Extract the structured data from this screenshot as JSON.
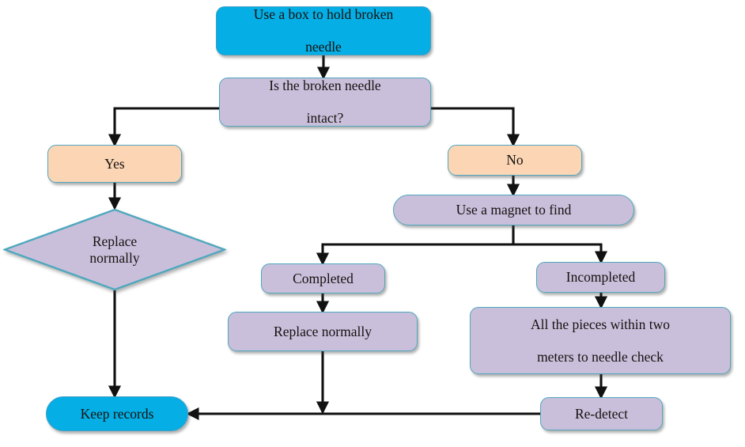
{
  "diagram": {
    "title": "Broken needle handling flowchart",
    "type": "flowchart",
    "colors": {
      "cyan_fill": "#05AEE4",
      "lavender_fill": "#CABFDB",
      "peach_fill": "#FBD5B4",
      "node_border": "#4FA8BE",
      "cyan_border": "#3F9FC6",
      "edge": "#111111",
      "text": "#14120f",
      "background": "#ffffff"
    },
    "nodes": [
      {
        "id": "start",
        "label": "Use a box to hold broken needle",
        "shape": "rounded-rect",
        "style": "cyan"
      },
      {
        "id": "decision",
        "label": "Is the broken needle intact?",
        "shape": "rounded-rect",
        "style": "lavender"
      },
      {
        "id": "yes",
        "label": "Yes",
        "shape": "rounded-rect",
        "style": "peach"
      },
      {
        "id": "no",
        "label": "No",
        "shape": "rounded-rect",
        "style": "peach"
      },
      {
        "id": "replace_dia",
        "label": "Replace normally",
        "shape": "diamond",
        "style": "lavender"
      },
      {
        "id": "magnet",
        "label": "Use a magnet to find",
        "shape": "pill",
        "style": "lavender"
      },
      {
        "id": "completed",
        "label": "Completed",
        "shape": "rounded-rect",
        "style": "lavender"
      },
      {
        "id": "incompleted",
        "label": "Incompleted",
        "shape": "rounded-rect",
        "style": "lavender"
      },
      {
        "id": "replace_box",
        "label": "Replace normally",
        "shape": "rounded-rect",
        "style": "lavender"
      },
      {
        "id": "pieces",
        "label": "All the pieces within two meters to needle check",
        "shape": "rounded-rect",
        "style": "lavender"
      },
      {
        "id": "redetect",
        "label": "Re-detect",
        "shape": "rounded-rect",
        "style": "lavender"
      },
      {
        "id": "keep",
        "label": "Keep records",
        "shape": "pill",
        "style": "cyan"
      }
    ],
    "node_labels": {
      "start_line1": "Use a box to hold broken",
      "start_line2": "needle",
      "decision_line1": "Is the broken needle",
      "decision_line2": "intact?",
      "yes": "Yes",
      "no": "No",
      "replace_dia_line1": "Replace",
      "replace_dia_line2": "normally",
      "magnet": "Use a magnet to find",
      "completed": "Completed",
      "incompleted": "Incompleted",
      "replace_box": "Replace normally",
      "pieces_line1": "All the pieces within two",
      "pieces_line2": "meters to needle check",
      "redetect": "Re-detect",
      "keep": "Keep records"
    },
    "edges": [
      {
        "from": "start",
        "to": "decision",
        "label": ""
      },
      {
        "from": "decision",
        "to": "yes",
        "label": ""
      },
      {
        "from": "decision",
        "to": "no",
        "label": ""
      },
      {
        "from": "yes",
        "to": "replace_dia",
        "label": ""
      },
      {
        "from": "replace_dia",
        "to": "keep",
        "label": ""
      },
      {
        "from": "no",
        "to": "magnet",
        "label": ""
      },
      {
        "from": "magnet",
        "to": "completed",
        "label": ""
      },
      {
        "from": "magnet",
        "to": "incompleted",
        "label": ""
      },
      {
        "from": "completed",
        "to": "replace_box",
        "label": ""
      },
      {
        "from": "replace_box",
        "to": "keep",
        "label": ""
      },
      {
        "from": "incompleted",
        "to": "pieces",
        "label": ""
      },
      {
        "from": "pieces",
        "to": "redetect",
        "label": ""
      },
      {
        "from": "redetect",
        "to": "keep",
        "label": ""
      }
    ]
  }
}
